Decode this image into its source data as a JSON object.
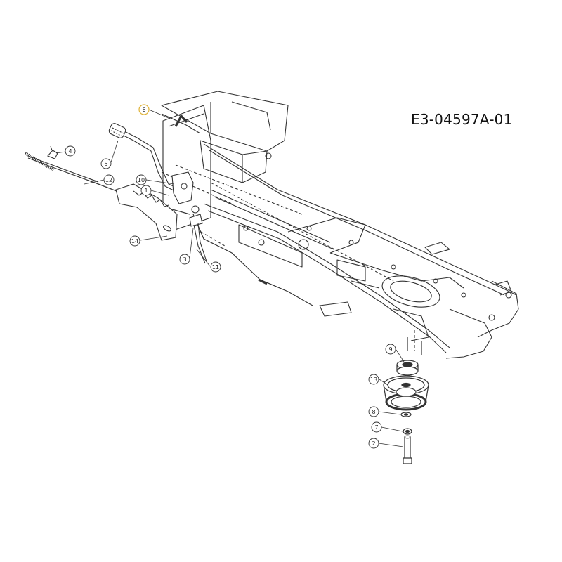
{
  "document": {
    "code": "E3-04597A-01"
  },
  "callouts": [
    {
      "id": "c1",
      "label": "1",
      "highlight": false
    },
    {
      "id": "c2",
      "label": "2",
      "highlight": false
    },
    {
      "id": "c3",
      "label": "3",
      "highlight": false
    },
    {
      "id": "c4",
      "label": "4",
      "highlight": false
    },
    {
      "id": "c5",
      "label": "5",
      "highlight": false
    },
    {
      "id": "c6",
      "label": "6",
      "highlight": true
    },
    {
      "id": "c7",
      "label": "7",
      "highlight": false
    },
    {
      "id": "c8",
      "label": "8",
      "highlight": false
    },
    {
      "id": "c9",
      "label": "9",
      "highlight": false
    },
    {
      "id": "c10",
      "label": "10",
      "highlight": false
    },
    {
      "id": "c11",
      "label": "11",
      "highlight": false
    },
    {
      "id": "c12",
      "label": "12",
      "highlight": false
    },
    {
      "id": "c13",
      "label": "13",
      "highlight": false
    },
    {
      "id": "c14",
      "label": "14",
      "highlight": false
    }
  ],
  "colors": {
    "line": "#333333",
    "highlight_ring": "#e0b43a",
    "paper": "#ffffff"
  }
}
